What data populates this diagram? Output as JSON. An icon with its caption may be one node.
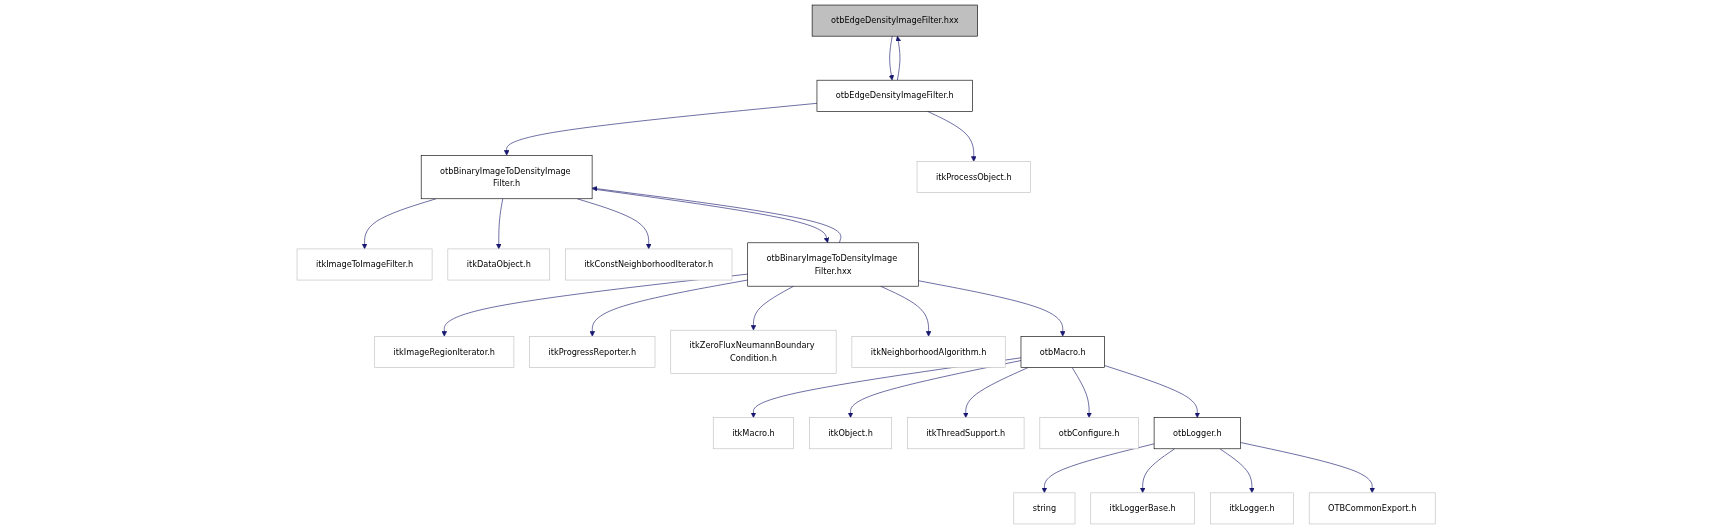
{
  "diagram": {
    "nodes": [
      {
        "text": [
          "otbEdgeDensityImageFilter.hxx"
        ]
      },
      {
        "text": [
          "otbEdgeDensityImageFilter.h"
        ]
      },
      {
        "text": [
          "otbBinaryImageToDensityImage Filter.h"
        ]
      },
      {
        "text": [
          "itkProcessObject.h"
        ]
      },
      {
        "text": [
          "itkImageToImageFilter.h"
        ]
      },
      {
        "text": [
          "itkDataObject.h"
        ]
      },
      {
        "text": [
          "itkConstNeighborhoodIterator.h"
        ]
      },
      {
        "text": [
          "otbBinaryImageToDensityImage Filter.hxx"
        ]
      },
      {
        "text": [
          "itkImageRegionIterator.h"
        ]
      },
      {
        "text": [
          "itkProgressReporter.h"
        ]
      },
      {
        "text": [
          "itkZeroFluxNeumannBoundary Condition.h"
        ]
      },
      {
        "text": [
          "itkNeighborhoodAlgorithm.h"
        ]
      },
      {
        "text": [
          "otbMacro.h"
        ]
      },
      {
        "text": [
          "itkMacro.h"
        ]
      },
      {
        "text": [
          "itkObject.h"
        ]
      },
      {
        "text": [
          "itkThreadSupport.h"
        ]
      },
      {
        "text": [
          "otbConfigure.h"
        ]
      },
      {
        "text": [
          "otbLogger.h"
        ]
      },
      {
        "text": [
          "string"
        ]
      },
      {
        "text": [
          "itkLoggerBase.h"
        ]
      },
      {
        "text": [
          "itkLogger.h"
        ]
      },
      {
        "text": [
          "OTBCommonExport.h"
        ]
      }
    ],
    "edges": [
      {
        "from": 0,
        "to": 1,
        "arrow": "to"
      },
      {
        "from": 1,
        "to": 0,
        "arrow": "to"
      },
      {
        "from": 1,
        "to": 2,
        "arrow": "to"
      },
      {
        "from": 1,
        "to": 3,
        "arrow": "to"
      },
      {
        "from": 2,
        "to": 4,
        "arrow": "to"
      },
      {
        "from": 2,
        "to": 5,
        "arrow": "to"
      },
      {
        "from": 2,
        "to": 6,
        "arrow": "to"
      },
      {
        "from": 2,
        "to": 7,
        "arrow": "to"
      },
      {
        "from": 7,
        "to": 2,
        "arrow": "to"
      },
      {
        "from": 7,
        "to": 8,
        "arrow": "to"
      },
      {
        "from": 7,
        "to": 9,
        "arrow": "to"
      },
      {
        "from": 7,
        "to": 10,
        "arrow": "to"
      },
      {
        "from": 7,
        "to": 11,
        "arrow": "to"
      },
      {
        "from": 7,
        "to": 12,
        "arrow": "to"
      },
      {
        "from": 12,
        "to": 13,
        "arrow": "to"
      },
      {
        "from": 12,
        "to": 14,
        "arrow": "to"
      },
      {
        "from": 12,
        "to": 15,
        "arrow": "to"
      },
      {
        "from": 12,
        "to": 16,
        "arrow": "to"
      },
      {
        "from": 12,
        "to": 17,
        "arrow": "to"
      },
      {
        "from": 17,
        "to": 18,
        "arrow": "to"
      },
      {
        "from": 17,
        "to": 19,
        "arrow": "to"
      },
      {
        "from": 17,
        "to": 20,
        "arrow": "to"
      },
      {
        "from": 17,
        "to": 21,
        "arrow": "to"
      }
    ]
  }
}
